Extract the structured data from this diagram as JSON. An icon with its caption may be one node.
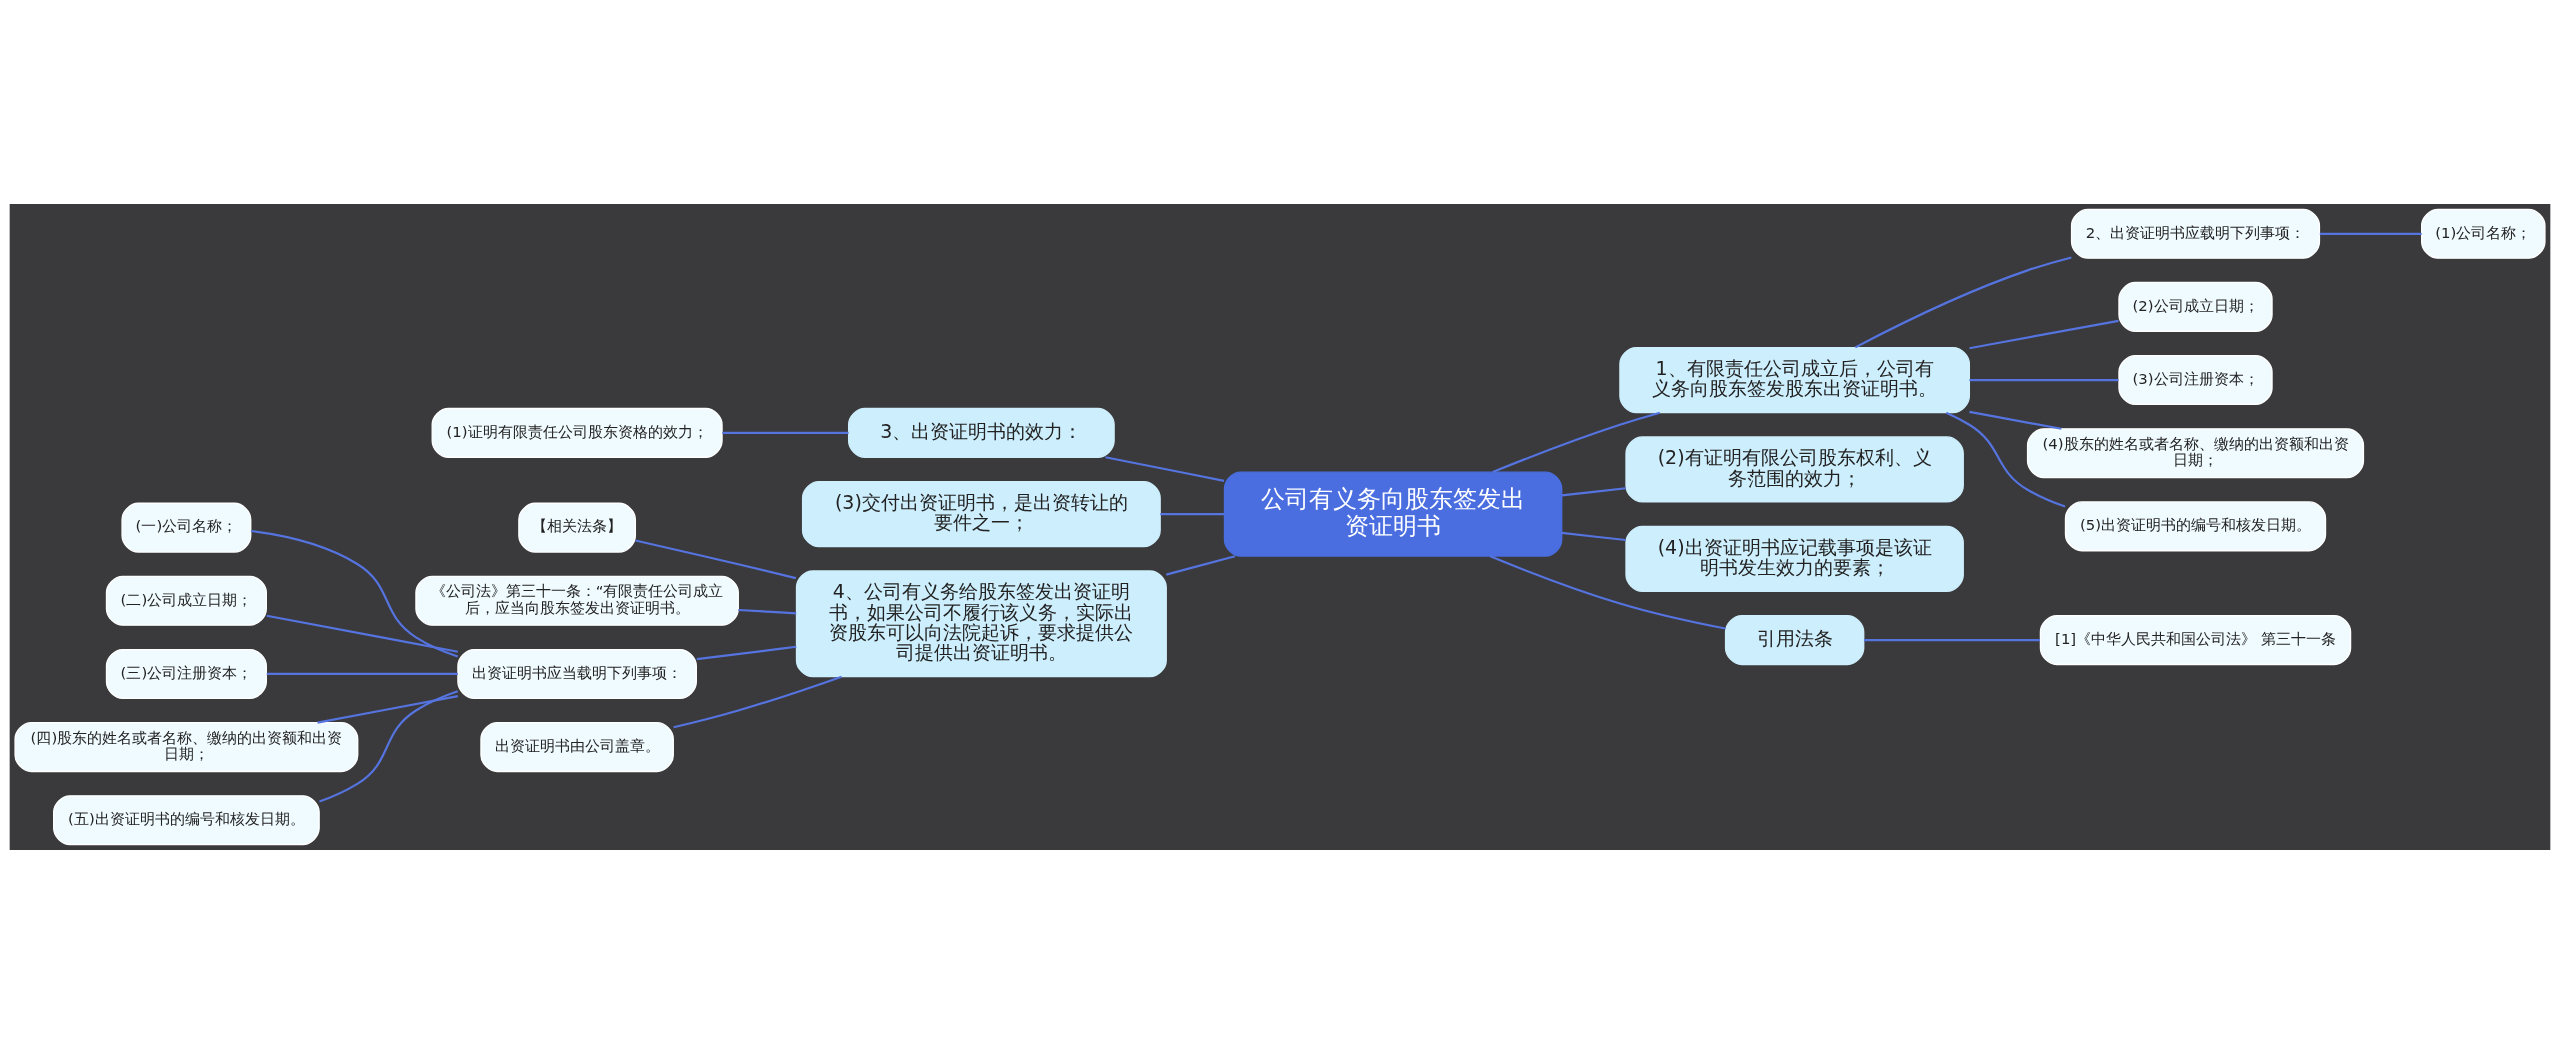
{
  "diagram": {
    "nodes": [
      {
        "text": [
          "公司有义务向股东签发出资证明书"
        ]
      },
      {
        "text": [
          "1、有限责任公司成立后，公司有义务向股东签发股东出资证明书。"
        ]
      },
      {
        "text": [
          "2、出资证明书应载明下列事项："
        ]
      },
      {
        "text": [
          "(1)公司名称；"
        ]
      },
      {
        "text": [
          "(2)公司成立日期；"
        ]
      },
      {
        "text": [
          "(3)公司注册资本；"
        ]
      },
      {
        "text": [
          "(4)股东的姓名或者名称、缴纳的出资额和出资日期；"
        ]
      },
      {
        "text": [
          "(5)出资证明书的编号和核发日期。"
        ]
      },
      {
        "text": [
          "(2)有证明有限公司股东权利、义务范围的效力；"
        ]
      },
      {
        "text": [
          "(4)出资证明书应记载事项是该证明书发生效力的要素；"
        ]
      },
      {
        "text": [
          "引用法条"
        ]
      },
      {
        "text": [
          "[1]《中华人民共和国公司法》 第三十一条"
        ]
      },
      {
        "text": [
          "3、出资证明书的效力："
        ]
      },
      {
        "text": [
          "(1)证明有限责任公司股东资格的效力；"
        ]
      },
      {
        "text": [
          "(3)交付出资证明书，是出资转让的要件之一；"
        ]
      },
      {
        "text": [
          "4、公司有义务给股东签发出资证明书，如果公司不履行该义务，实际出资股东可以向法院起诉，要求提供公司提供出资证明书。"
        ]
      },
      {
        "text": [
          "【相关法条】"
        ]
      },
      {
        "text": [
          "《公司法》第三十一条：“有限责任公司成立后，应当向股东签发出资证明书。"
        ]
      },
      {
        "text": [
          "出资证明书应当载明下列事项："
        ]
      },
      {
        "text": [
          "(一)公司名称；"
        ]
      },
      {
        "text": [
          "(二)公司成立日期；"
        ]
      },
      {
        "text": [
          "(三)公司注册资本；"
        ]
      },
      {
        "text": [
          "(四)股东的姓名或者名称、缴纳的出资额和出资日期；"
        ]
      },
      {
        "text": [
          "(五)出资证明书的编号和核发日期。"
        ]
      },
      {
        "text": [
          "出资证明书由公司盖章。"
        ]
      }
    ],
    "edges": [
      {
        "from": 0,
        "to": 1,
        "arrow": "none"
      },
      {
        "from": 1,
        "to": 2,
        "arrow": "none"
      },
      {
        "from": 2,
        "to": 3,
        "arrow": "none"
      },
      {
        "from": 1,
        "to": 4,
        "arrow": "none"
      },
      {
        "from": 1,
        "to": 5,
        "arrow": "none"
      },
      {
        "from": 1,
        "to": 6,
        "arrow": "none"
      },
      {
        "from": 1,
        "to": 7,
        "arrow": "none"
      },
      {
        "from": 0,
        "to": 8,
        "arrow": "none"
      },
      {
        "from": 0,
        "to": 9,
        "arrow": "none"
      },
      {
        "from": 0,
        "to": 10,
        "arrow": "none"
      },
      {
        "from": 10,
        "to": 11,
        "arrow": "none"
      },
      {
        "from": 0,
        "to": 12,
        "arrow": "none"
      },
      {
        "from": 12,
        "to": 13,
        "arrow": "none"
      },
      {
        "from": 0,
        "to": 14,
        "arrow": "none"
      },
      {
        "from": 0,
        "to": 15,
        "arrow": "none"
      },
      {
        "from": 15,
        "to": 16,
        "arrow": "none"
      },
      {
        "from": 15,
        "to": 17,
        "arrow": "none"
      },
      {
        "from": 15,
        "to": 18,
        "arrow": "none"
      },
      {
        "from": 18,
        "to": 19,
        "arrow": "none"
      },
      {
        "from": 18,
        "to": 20,
        "arrow": "none"
      },
      {
        "from": 18,
        "to": 21,
        "arrow": "none"
      },
      {
        "from": 18,
        "to": 22,
        "arrow": "none"
      },
      {
        "from": 18,
        "to": 23,
        "arrow": "none"
      },
      {
        "from": 15,
        "to": 24,
        "arrow": "none"
      }
    ]
  }
}
